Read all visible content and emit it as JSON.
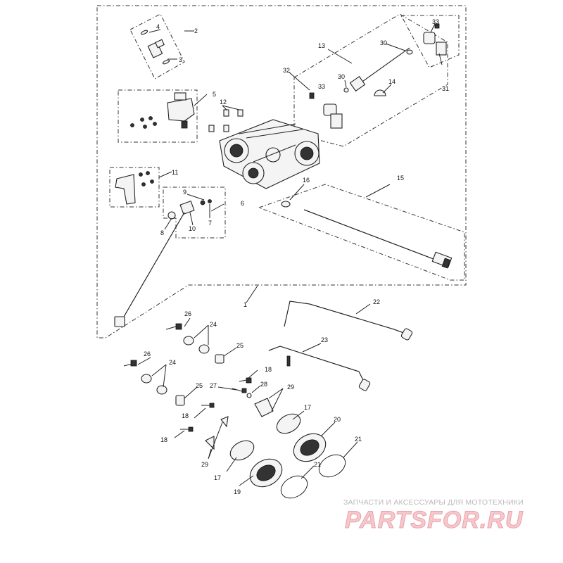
{
  "diagram": {
    "callouts": [
      {
        "id": "n1",
        "text": "1"
      },
      {
        "id": "n2",
        "text": "2"
      },
      {
        "id": "n3",
        "text": "3"
      },
      {
        "id": "n4",
        "text": "4"
      },
      {
        "id": "n5",
        "text": "5"
      },
      {
        "id": "n6",
        "text": "6"
      },
      {
        "id": "n7",
        "text": "7"
      },
      {
        "id": "n8",
        "text": "8"
      },
      {
        "id": "n9",
        "text": "9"
      },
      {
        "id": "n10",
        "text": "10"
      },
      {
        "id": "n11",
        "text": "11"
      },
      {
        "id": "n12",
        "text": "12"
      },
      {
        "id": "n13",
        "text": "13"
      },
      {
        "id": "n14",
        "text": "14"
      },
      {
        "id": "n15",
        "text": "15"
      },
      {
        "id": "n16",
        "text": "16"
      },
      {
        "id": "n17a",
        "text": "17"
      },
      {
        "id": "n17b",
        "text": "17"
      },
      {
        "id": "n18a",
        "text": "18"
      },
      {
        "id": "n18b",
        "text": "18"
      },
      {
        "id": "n18c",
        "text": "18"
      },
      {
        "id": "n19",
        "text": "19"
      },
      {
        "id": "n20",
        "text": "20"
      },
      {
        "id": "n21a",
        "text": "21"
      },
      {
        "id": "n21b",
        "text": "21"
      },
      {
        "id": "n22",
        "text": "22"
      },
      {
        "id": "n23",
        "text": "23"
      },
      {
        "id": "n24a",
        "text": "24"
      },
      {
        "id": "n24b",
        "text": "24"
      },
      {
        "id": "n25a",
        "text": "25"
      },
      {
        "id": "n25b",
        "text": "25"
      },
      {
        "id": "n26a",
        "text": "26"
      },
      {
        "id": "n26b",
        "text": "26"
      },
      {
        "id": "n27",
        "text": "27"
      },
      {
        "id": "n28",
        "text": "28"
      },
      {
        "id": "n29a",
        "text": "29"
      },
      {
        "id": "n29b",
        "text": "29"
      },
      {
        "id": "n30a",
        "text": "30"
      },
      {
        "id": "n30b",
        "text": "30"
      },
      {
        "id": "n31",
        "text": "31"
      },
      {
        "id": "n32",
        "text": "32"
      },
      {
        "id": "n33a",
        "text": "33"
      },
      {
        "id": "n33b",
        "text": "33"
      }
    ]
  },
  "watermark": {
    "tagline": "ЗАПЧАСТИ И АКСЕССУАРЫ ДЛЯ МОТОТЕХНИКИ",
    "logo": "PARTSFOR.RU",
    "logo_fill": "#f6c8cc",
    "logo_stroke": "#e8a3a9",
    "tagline_color": "#b9b9b9"
  }
}
